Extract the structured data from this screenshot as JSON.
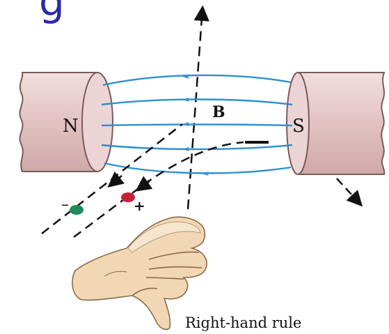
{
  "diagram": {
    "top_glyph": "g",
    "field_label": "B",
    "north_label": "N",
    "south_label": "S",
    "negative_charge_sign": "–",
    "positive_charge_sign": "+",
    "electron_path_sign": "–",
    "caption": "Right-hand rule",
    "colors": {
      "magnet_fill": "#e7c9c9",
      "magnet_edge": "#7a5a5a",
      "field_line": "#2f8fd0",
      "positive_particle": "#c5223a",
      "negative_particle": "#1f8a5e",
      "glyph": "#2a2aa8",
      "hand": "#f1d7b4"
    }
  }
}
